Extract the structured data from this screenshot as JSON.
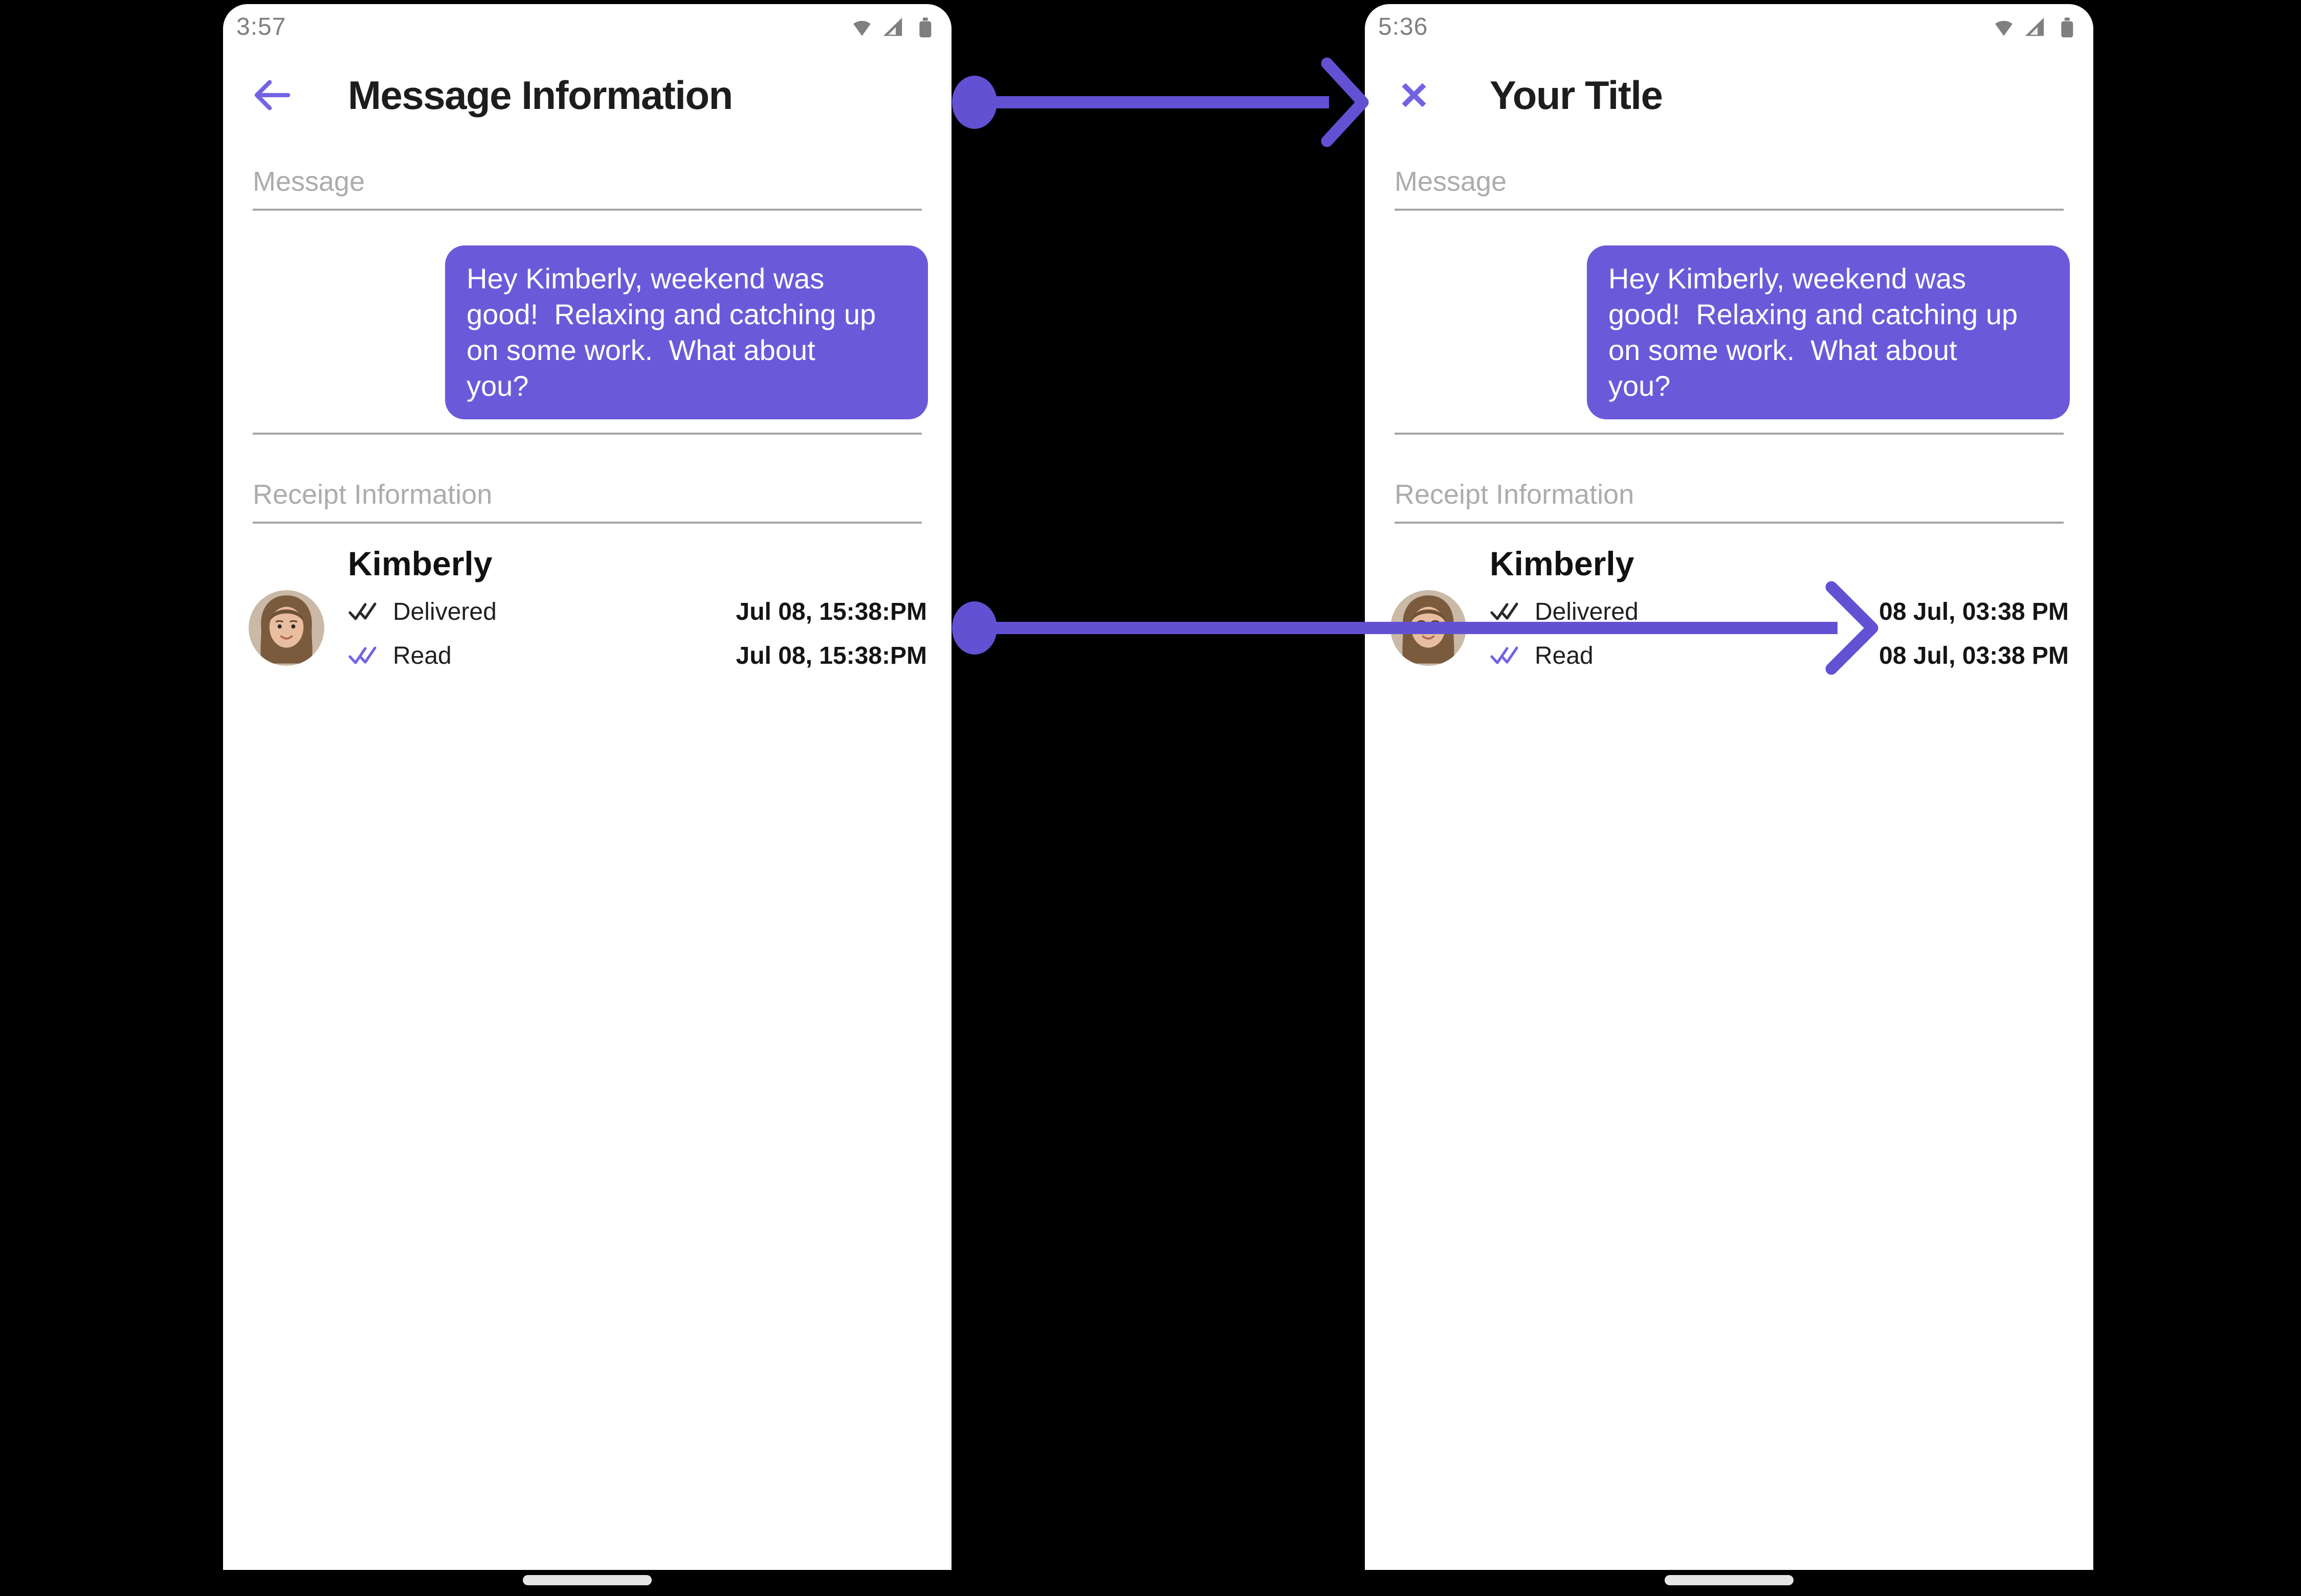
{
  "colors": {
    "bubble": "#6A5AD9",
    "accent": "#7263E4",
    "arrow": "#6251D3",
    "text_dark": "#1D1D1F",
    "label_gray": "#ACACAC",
    "divider": "#A6A6A6",
    "status_gray": "#7F7F7F",
    "pill": "#E5E5E5",
    "check_dark": "#2A2A2A",
    "white": "#FFFFFF",
    "name_dark": "#111111"
  },
  "left_phone": {
    "status_time": "3:57",
    "status_icons": [
      "wifi-icon",
      "cell-signal-icon",
      "battery-icon"
    ],
    "nav_icon": "back-arrow-icon",
    "title": "Message Information",
    "message_section_label": "Message",
    "bubble_text": "Hey Kimberly, weekend was\ngood!  Relaxing and catching up\non some work.  What about\nyou?",
    "receipt_section_label": "Receipt Information",
    "contact_name": "Kimberly",
    "avatar": "contact-photo",
    "receipts": [
      {
        "icon": "double-check-icon",
        "status": "Delivered",
        "timestamp": "Jul 08, 15:38:PM"
      },
      {
        "icon": "double-check-icon",
        "status": "Read",
        "timestamp": "Jul 08, 15:38:PM"
      }
    ]
  },
  "right_phone": {
    "status_time": "5:36",
    "status_icons": [
      "wifi-icon",
      "cell-signal-icon",
      "battery-icon"
    ],
    "nav_icon": "close-icon",
    "title": "Your Title",
    "message_section_label": "Message",
    "bubble_text": "Hey Kimberly, weekend was\ngood!  Relaxing and catching up\non some work.  What about\nyou?",
    "receipt_section_label": "Receipt Information",
    "contact_name": "Kimberly",
    "avatar": "contact-photo",
    "receipts": [
      {
        "icon": "double-check-icon",
        "status": "Delivered",
        "timestamp": "08 Jul, 03:38 PM"
      },
      {
        "icon": "double-check-icon",
        "status": "Read",
        "timestamp": "08 Jul, 03:38 PM"
      }
    ]
  },
  "annotations": {
    "arrow_top": "points from left title bar to customized title bar",
    "arrow_bottom": "points from left timestamps to customized timestamp format"
  }
}
